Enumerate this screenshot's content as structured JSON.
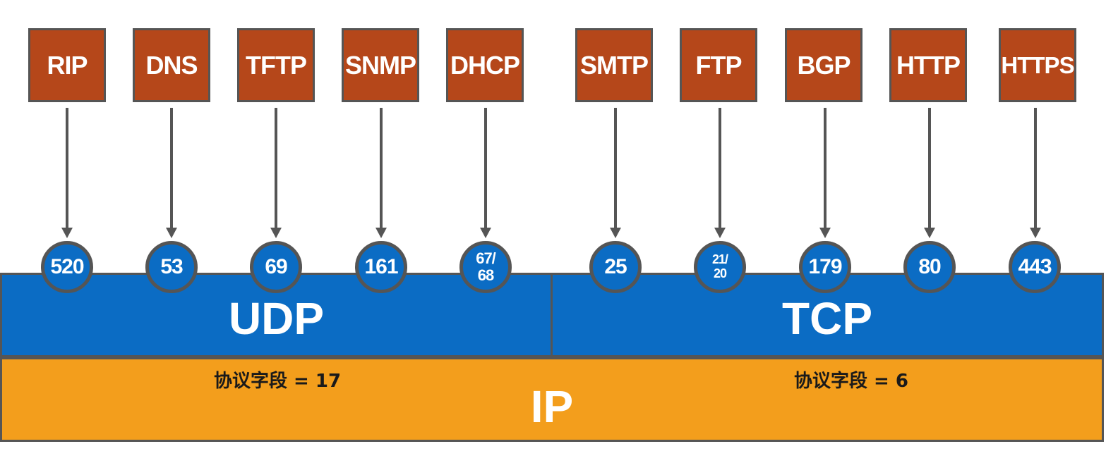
{
  "udp": {
    "label": "UDP",
    "protocols": [
      {
        "name": "RIP",
        "port": "520"
      },
      {
        "name": "DNS",
        "port": "53"
      },
      {
        "name": "TFTP",
        "port": "69"
      },
      {
        "name": "SNMP",
        "port": "161"
      },
      {
        "name": "DHCP",
        "port": "67/\n68"
      }
    ]
  },
  "tcp": {
    "label": "TCP",
    "protocols": [
      {
        "name": "SMTP",
        "port": "25"
      },
      {
        "name": "FTP",
        "port": "21/\n20"
      },
      {
        "name": "BGP",
        "port": "179"
      },
      {
        "name": "HTTP",
        "port": "80"
      },
      {
        "name": "HTTPS",
        "port": "443"
      }
    ]
  },
  "ip": {
    "label": "IP",
    "udp_protocol_field": "协议字段 = 17",
    "tcp_protocol_field": "协议字段 = 6"
  },
  "colors": {
    "app_box": "#b5471a",
    "transport": "#0b6cc4",
    "ip": "#f39e1c",
    "outline": "#555555"
  }
}
